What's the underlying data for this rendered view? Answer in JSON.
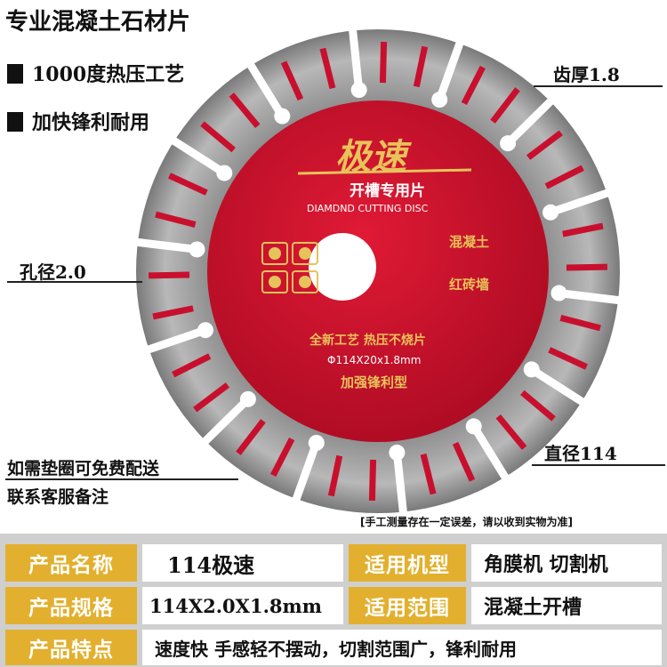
{
  "header": {
    "title": "专业混凝土石材片"
  },
  "features": [
    "1000度热压工艺",
    "加快锋利耐用"
  ],
  "callouts": {
    "tooth": "齿厚1.8",
    "hole": "孔径2.0",
    "diameter": "直径114",
    "gasket_line1": "如需垫圈可免费配送",
    "gasket_line2": "联系客服备注"
  },
  "disc": {
    "brand": "极速",
    "subtitle": "开槽专用片",
    "english": "DIAMDND CUTTING DISC",
    "material1": "混凝土",
    "material2": "红砖墙",
    "slogan": "全新工艺 热压不烧片",
    "size": "Φ114X20x1.8mm",
    "type": "加强锋利型"
  },
  "note": "[手工测量存在一定误差，请以收到实物为准]",
  "table": {
    "name_label": "产品名称",
    "name_value": "114极速",
    "machine_label": "适用机型",
    "machine_value": "角膜机  切割机",
    "spec_label": "产品规格",
    "spec_value": "114X2.0X1.8mm",
    "range_label": "适用范围",
    "range_value": "混凝土开槽",
    "feature_label": "产品特点",
    "feature_value": "速度快 手感轻不摆动，切割范围广，锋利耐用"
  },
  "colors": {
    "disc_red": "#c8102e",
    "gold": "#e8c25a",
    "label_bg": "#e2b02e",
    "segment_gray": "#9a9a9a"
  }
}
